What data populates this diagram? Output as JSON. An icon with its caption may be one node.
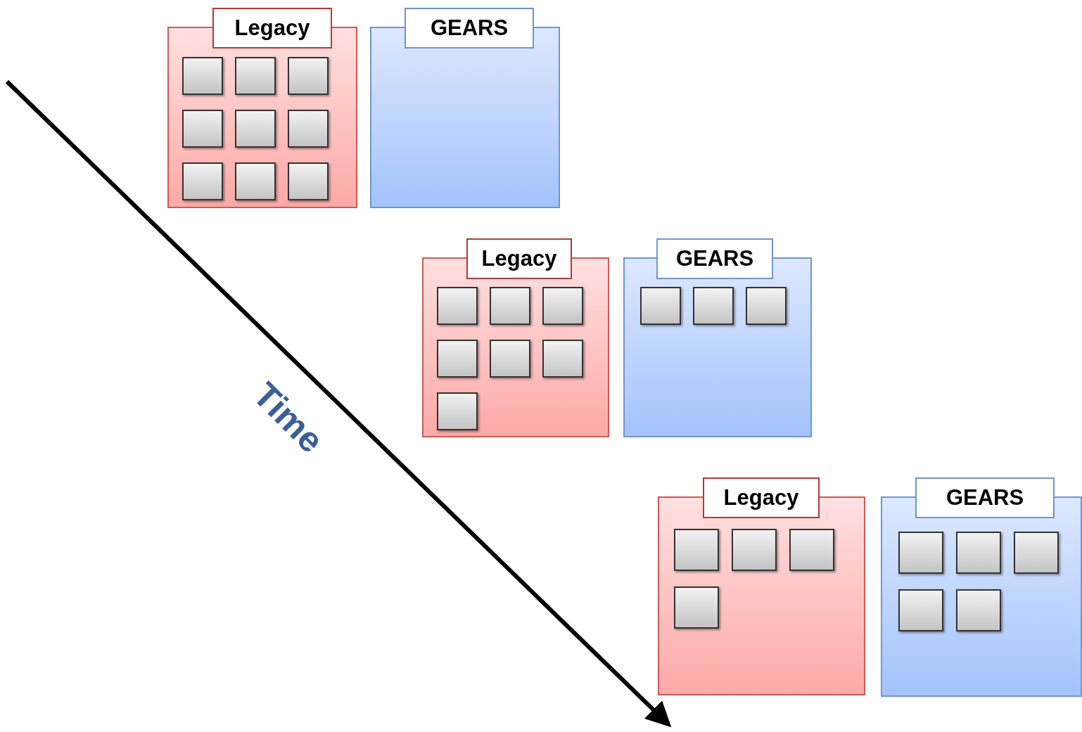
{
  "diagram": {
    "nodes": [
      {
        "text": [
          "Legacy"
        ]
      },
      {
        "text": [],
        "shape": "box",
        "in": 0
      },
      {
        "text": [],
        "shape": "box",
        "in": 0
      },
      {
        "text": [],
        "shape": "box",
        "in": 0
      },
      {
        "text": [],
        "shape": "box",
        "in": 0
      },
      {
        "text": [],
        "shape": "box",
        "in": 0
      },
      {
        "text": [],
        "shape": "box",
        "in": 0
      },
      {
        "text": [],
        "shape": "box",
        "in": 0
      },
      {
        "text": [],
        "shape": "box",
        "in": 0
      },
      {
        "text": [],
        "shape": "box",
        "in": 0
      },
      {
        "text": [
          "GEARS"
        ]
      },
      {
        "text": [
          "Legacy"
        ]
      },
      {
        "text": [],
        "shape": "box",
        "in": 11
      },
      {
        "text": [],
        "shape": "box",
        "in": 11
      },
      {
        "text": [],
        "shape": "box",
        "in": 11
      },
      {
        "text": [],
        "shape": "box",
        "in": 11
      },
      {
        "text": [],
        "shape": "box",
        "in": 11
      },
      {
        "text": [],
        "shape": "box",
        "in": 11
      },
      {
        "text": [],
        "shape": "box",
        "in": 11
      },
      {
        "text": [
          "GEARS"
        ]
      },
      {
        "text": [],
        "shape": "box",
        "in": 19
      },
      {
        "text": [],
        "shape": "box",
        "in": 19
      },
      {
        "text": [],
        "shape": "box",
        "in": 19
      },
      {
        "text": [
          "Legacy"
        ]
      },
      {
        "text": [],
        "shape": "box",
        "in": 23
      },
      {
        "text": [],
        "shape": "box",
        "in": 23
      },
      {
        "text": [],
        "shape": "box",
        "in": 23
      },
      {
        "text": [],
        "shape": "box",
        "in": 23
      },
      {
        "text": [
          "GEARS"
        ]
      },
      {
        "text": [],
        "shape": "box",
        "in": 28
      },
      {
        "text": [],
        "shape": "box",
        "in": 28
      },
      {
        "text": [],
        "shape": "box",
        "in": 28
      },
      {
        "text": [],
        "shape": "box",
        "in": 28
      },
      {
        "text": [],
        "shape": "box",
        "in": 28
      }
    ],
    "labels": [
      "Time"
    ]
  }
}
